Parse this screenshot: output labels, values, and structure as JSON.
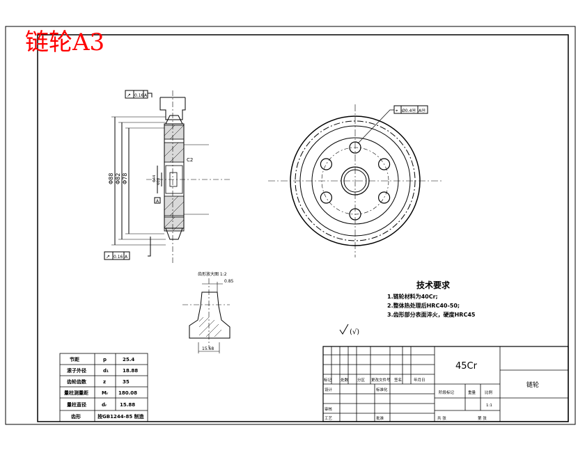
{
  "watermark_title": "链轮A3",
  "colors": {
    "title_red": "#ff0000",
    "line": "#000000"
  },
  "tolerance_frames": {
    "top_left": {
      "symbol": "↗",
      "value": "0.16",
      "datum": "A"
    },
    "bottom_left": {
      "symbol": "↗",
      "value": "0.16",
      "datum": "A"
    },
    "position": {
      "symbol": "⌖",
      "value": "Ø0.4Ⓜ",
      "datum": "AⓂ"
    }
  },
  "datum_label": "A",
  "side_view_dims": {
    "d1": "Φ88",
    "d2": "Φ82",
    "d3": "Φ78",
    "hub": "Φ44",
    "bore": "Φ20",
    "chamfer": "C2"
  },
  "detail": {
    "title": "齿形放大图 1:2",
    "width_dim": "15.68",
    "small_dim": "0.85"
  },
  "tech_req": {
    "title": "技术要求",
    "items": [
      "1.链轮材料为40Cr;",
      "2.整体热处理后HRC40-50;",
      "3.齿形部分表面淬火，硬度HRC45"
    ]
  },
  "roughness_note": "(√)",
  "param_table": {
    "rows": [
      {
        "name": "节距",
        "sym": "p",
        "val": "25.4"
      },
      {
        "name": "滚子外径",
        "sym": "d₁",
        "val": "18.88"
      },
      {
        "name": "齿轮齿数",
        "sym": "z",
        "val": "35"
      },
      {
        "name": "量柱测量距",
        "sym": "Mᵣ",
        "val": "180.08"
      },
      {
        "name": "量柱直径",
        "sym": "dᵣ",
        "val": "15.88"
      },
      {
        "name": "齿形",
        "sym": "",
        "val": "按GB1244-85 制造"
      }
    ]
  },
  "title_block": {
    "material": "45Cr",
    "part_name": "链轮",
    "labels": {
      "marker": "标记",
      "count": "处数",
      "zone": "分区",
      "change_doc": "更改文件号",
      "signature": "签名",
      "date": "年月日",
      "design": "设计",
      "standardize": "标准化",
      "review": "审核",
      "process": "工艺",
      "approve": "批准",
      "stage_mark": "阶段标记",
      "weight": "重量",
      "scale": "比例",
      "sheets_total": "共 张",
      "sheet_no": "第 张",
      "scale_value": "1:1"
    }
  }
}
